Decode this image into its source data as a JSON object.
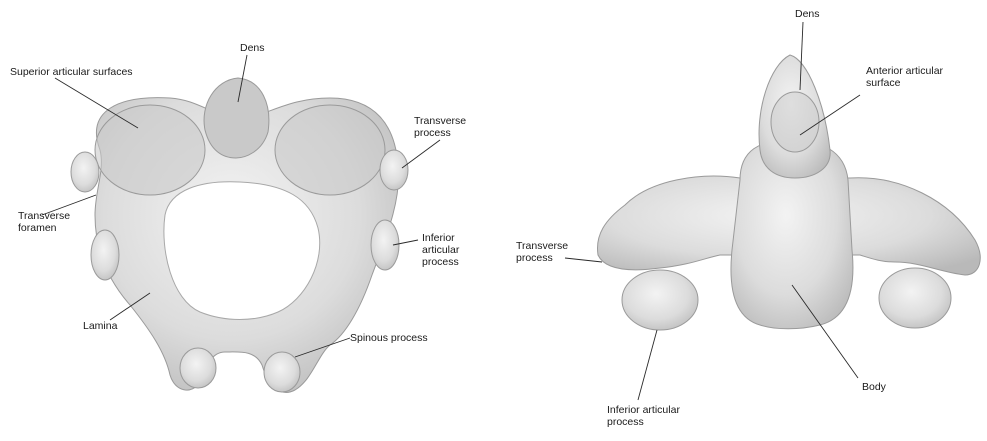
{
  "figure": {
    "panels": [
      {
        "name": "superior-view",
        "labels": {
          "dens": "Dens",
          "superior_articular_surfaces": "Superior articular surfaces",
          "transverse_process": "Transverse\nprocess",
          "transverse_foramen": "Transverse\nforamen",
          "inferior_articular_process": "Inferior\narticular\nprocess",
          "lamina": "Lamina",
          "spinous_process": "Spinous process"
        }
      },
      {
        "name": "anterior-view",
        "labels": {
          "dens": "Dens",
          "anterior_articular_surface": "Anterior articular\nsurface",
          "transverse_process": "Transverse\nprocess",
          "body": "Body",
          "inferior_articular_process": "Inferior articular\nprocess"
        }
      }
    ]
  }
}
